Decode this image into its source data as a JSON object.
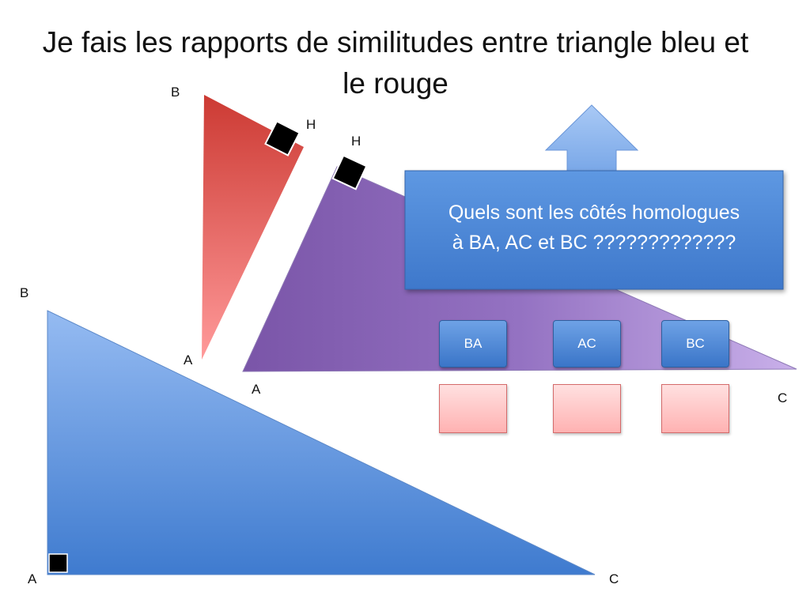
{
  "title": "Je fais les rapports de similitudes entre triangle bleu et le rouge",
  "callout": {
    "line1": "Quels sont les côtés homologues",
    "line2": "à BA, AC et BC ?????????????"
  },
  "red_triangle": {
    "label_b": "B",
    "label_h": "H",
    "label_a": "A"
  },
  "purple_triangle": {
    "label_h": "H",
    "label_a": "A",
    "label_c": "C"
  },
  "blue_triangle": {
    "label_b": "B",
    "label_a": "A",
    "label_c": "C"
  },
  "side_boxes": [
    "BA",
    "AC",
    "BC"
  ],
  "colors": {
    "red": "#d0413b",
    "purple": "#7a5aad",
    "blue": "#3e7bd0",
    "callout": "#4a86d6",
    "answer_fill": "#ffc4c4"
  }
}
